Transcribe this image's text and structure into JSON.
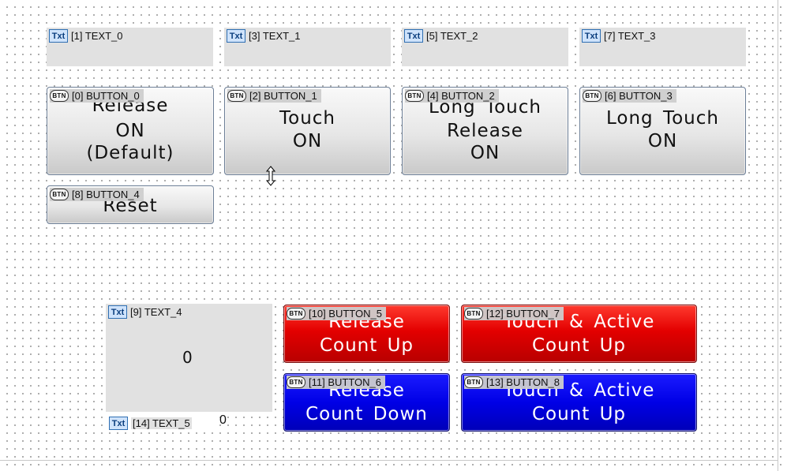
{
  "texts": [
    {
      "id": "[1] TEXT_0",
      "tag": "Txt"
    },
    {
      "id": "[3] TEXT_1",
      "tag": "Txt"
    },
    {
      "id": "[5] TEXT_2",
      "tag": "Txt"
    },
    {
      "id": "[7] TEXT_3",
      "tag": "Txt"
    },
    {
      "id": "[9] TEXT_4",
      "tag": "Txt",
      "value": "0"
    },
    {
      "id": "[14] TEXT_5",
      "tag": "Txt",
      "value": "0"
    }
  ],
  "buttons": [
    {
      "id": "[0] BUTTON_0",
      "tag": "BTN",
      "lines": [
        "Release",
        "ON",
        "(Default)"
      ]
    },
    {
      "id": "[2] BUTTON_1",
      "tag": "BTN",
      "lines": [
        "Touch",
        "ON"
      ]
    },
    {
      "id": "[4] BUTTON_2",
      "tag": "BTN",
      "lines": [
        "Long Touch",
        "Release",
        "ON"
      ]
    },
    {
      "id": "[6] BUTTON_3",
      "tag": "BTN",
      "lines": [
        "Long Touch",
        "ON"
      ]
    },
    {
      "id": "[8] BUTTON_4",
      "tag": "BTN",
      "lines": [
        "Reset"
      ]
    },
    {
      "id": "[10] BUTTON_5",
      "tag": "BTN",
      "lines": [
        "Release",
        "Count Up"
      ],
      "color": "#e00000"
    },
    {
      "id": "[11] BUTTON_6",
      "tag": "BTN",
      "lines": [
        "Release",
        "Count Down"
      ],
      "color": "#0000e6"
    },
    {
      "id": "[12] BUTTON_7",
      "tag": "BTN",
      "lines": [
        "Touch & Active",
        "Count Up"
      ],
      "color": "#e00000"
    },
    {
      "id": "[13] BUTTON_8",
      "tag": "BTN",
      "lines": [
        "Touch & Active",
        "Count Up"
      ],
      "color": "#0000e6"
    }
  ],
  "icons": {
    "text_widget": "txt-icon",
    "button_widget": "btn-icon",
    "cursor": "resize-vertical-cursor-icon"
  }
}
